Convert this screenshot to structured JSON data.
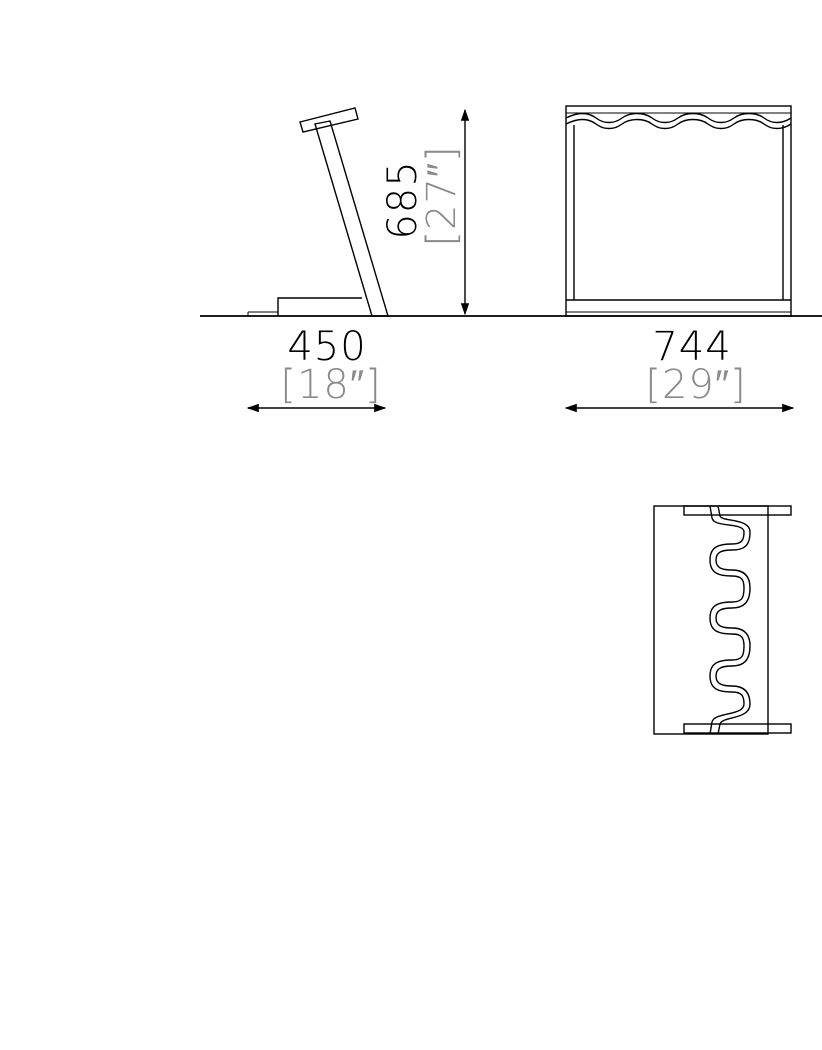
{
  "dimensions": {
    "depth": {
      "mm": "450",
      "inch": "[18″]"
    },
    "height": {
      "mm": "685",
      "inch": "[27″]"
    },
    "width": {
      "mm": "744",
      "inch": "[29″]"
    }
  },
  "colors": {
    "line": "#000000",
    "imperial_text": "#8a8a8a",
    "background": "#ffffff"
  }
}
